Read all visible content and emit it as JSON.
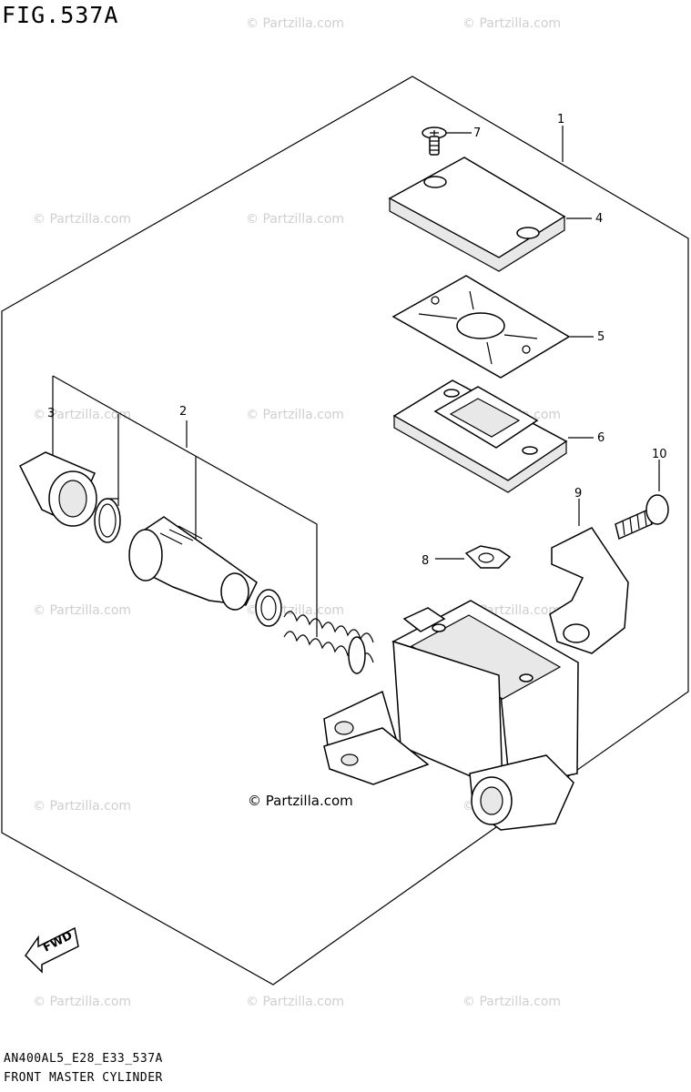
{
  "figure": {
    "title": "FIG.537A",
    "model_code": "AN400AL5_E28_E33_537A",
    "caption": "FRONT MASTER CYLINDER"
  },
  "watermark": {
    "text": "© Partzilla.com",
    "center_text": "© Partzilla.com"
  },
  "callouts": {
    "p1": "1",
    "p2": "2",
    "p3": "3",
    "p4": "4",
    "p5": "5",
    "p6": "6",
    "p7": "7",
    "p8": "8",
    "p9": "9",
    "p10": "10"
  },
  "direction_label": "FWD",
  "colors": {
    "line": "#000000",
    "watermark": "#cfcfcf",
    "background": "#ffffff"
  }
}
